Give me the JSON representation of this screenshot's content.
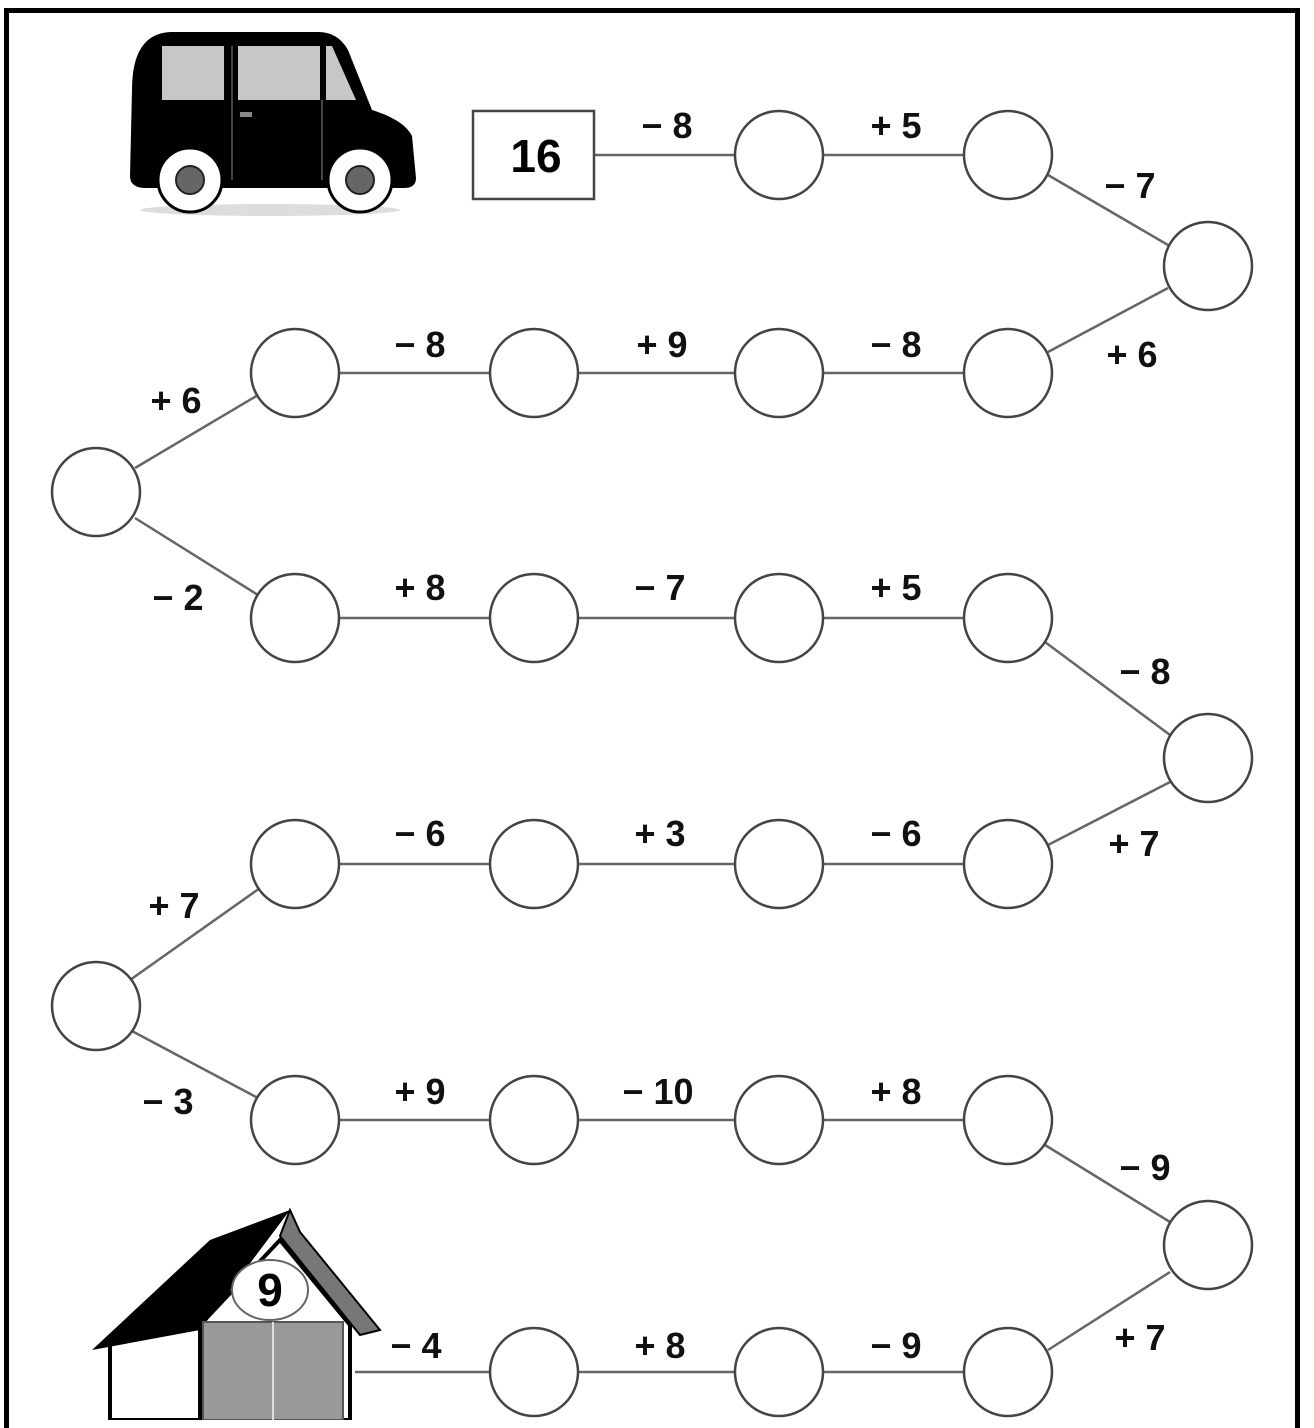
{
  "start": {
    "value": "16",
    "icon": "car-icon"
  },
  "end": {
    "value": "9",
    "icon": "house-icon"
  },
  "rows": [
    {
      "operations": [
        "− 8",
        "+ 5"
      ],
      "turn": "− 7"
    },
    {
      "turn_in": "+ 6",
      "operations": [
        "− 8",
        "+ 9",
        "− 8"
      ],
      "turn": "+ 6"
    },
    {
      "turn_in": "− 2",
      "operations": [
        "+ 8",
        "− 7",
        "+ 5"
      ],
      "turn": "− 8"
    },
    {
      "turn_in": "+ 7",
      "operations": [
        "− 6",
        "+ 3",
        "− 6"
      ],
      "turn": "+ 7"
    },
    {
      "turn_in": "− 3",
      "operations": [
        "+ 9",
        "− 10",
        "+ 8"
      ],
      "turn": "− 9"
    },
    {
      "turn_in": "+ 7",
      "operations": [
        "− 9",
        "+ 8",
        "− 4"
      ]
    }
  ],
  "colors": {
    "line": "#666666",
    "car": "#000000",
    "roof": "#000000",
    "door": "#888888"
  }
}
